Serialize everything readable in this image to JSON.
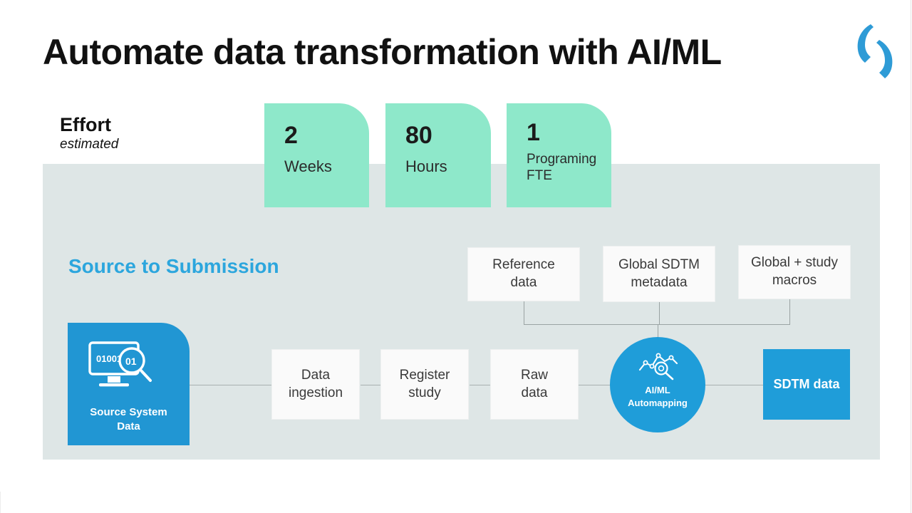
{
  "slide": {
    "title": "Automate data transformation with AI/ML",
    "logo_icon": "double-crescent-logo-icon",
    "accent_blue": "#2196d3",
    "accent_green": "#8ee8ca",
    "panel_background": "#dee6e6",
    "heading_blue": "#2ca6dd"
  },
  "effort": {
    "title": "Effort",
    "subtitle": "estimated",
    "cards": [
      {
        "value": "2",
        "unit": "Weeks"
      },
      {
        "value": "80",
        "unit": "Hours"
      },
      {
        "value": "1",
        "unit": "Programing\nFTE"
      }
    ]
  },
  "diagram": {
    "heading": "Source to Submission",
    "source": {
      "label": "Source System\nData",
      "icon": "monitor-binary-magnifier-icon",
      "binary_text": "01001",
      "magnifier_text": "01"
    },
    "inputs": [
      {
        "label": "Reference\ndata"
      },
      {
        "label": "Global SDTM\nmetadata"
      },
      {
        "label": "Global + study\nmacros"
      }
    ],
    "steps": [
      {
        "label": "Data\ningestion"
      },
      {
        "label": "Register\nstudy"
      },
      {
        "label": "Raw\ndata"
      }
    ],
    "processor": {
      "label": "AI/ML\nAutomapping",
      "icon": "line-chart-magnifier-icon"
    },
    "output": {
      "label": "SDTM data"
    }
  }
}
